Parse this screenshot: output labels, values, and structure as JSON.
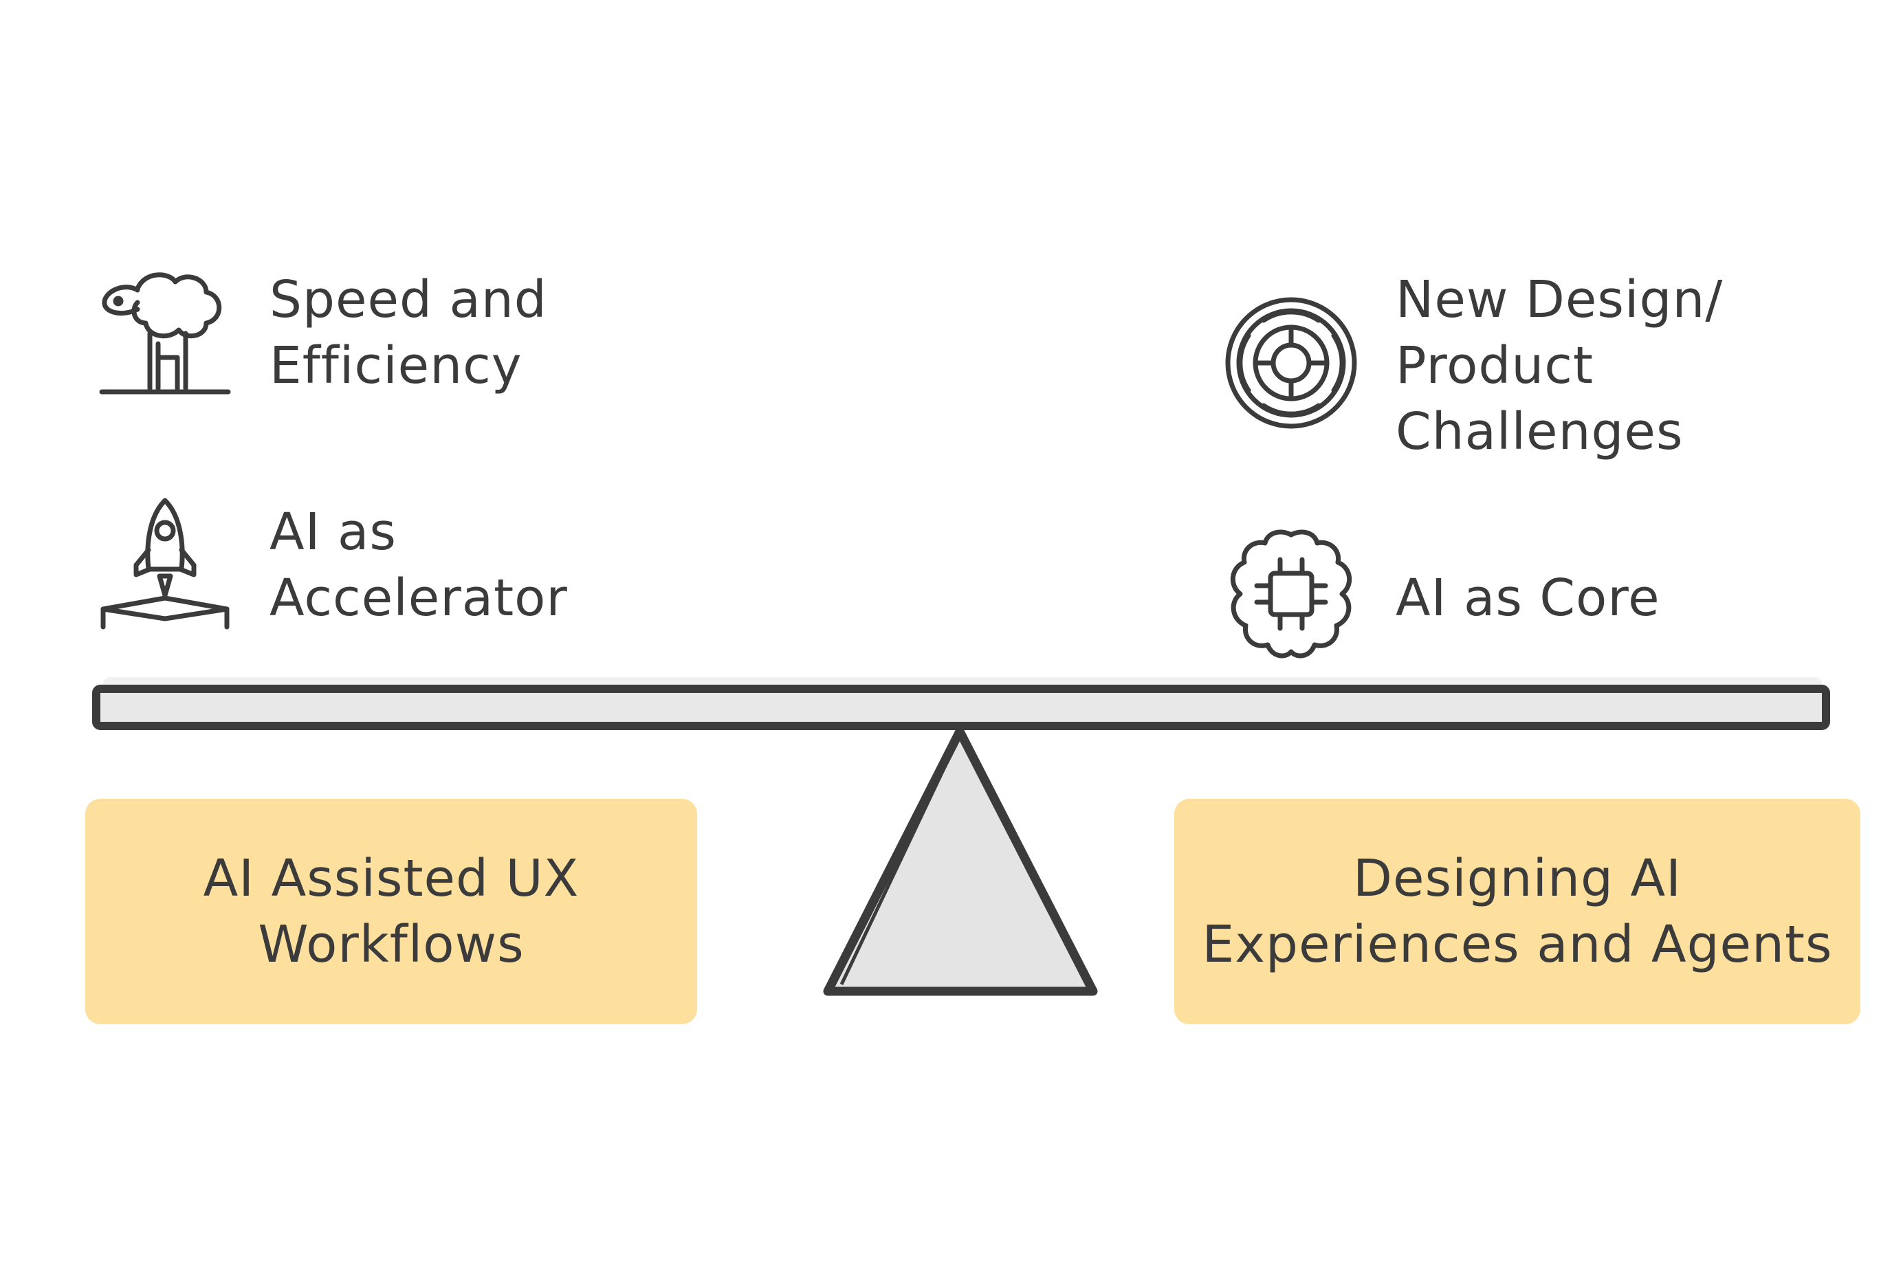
{
  "left": {
    "items": [
      {
        "icon": "sheep-icon",
        "label": "Speed and\nEfficiency"
      },
      {
        "icon": "rocket-icon",
        "label": "AI as\nAccelerator"
      }
    ],
    "box_label": "AI Assisted UX\nWorkflows"
  },
  "right": {
    "items": [
      {
        "icon": "maze-icon",
        "label": "New Design/\nProduct\nChallenges"
      },
      {
        "icon": "brain-chip-icon",
        "label": "AI as Core"
      }
    ],
    "box_label": "Designing AI\nExperiences and Agents"
  },
  "colors": {
    "box_fill": "#fddf9e",
    "stroke": "#3b3b3b",
    "fill_gray": "#e6e6e6"
  }
}
